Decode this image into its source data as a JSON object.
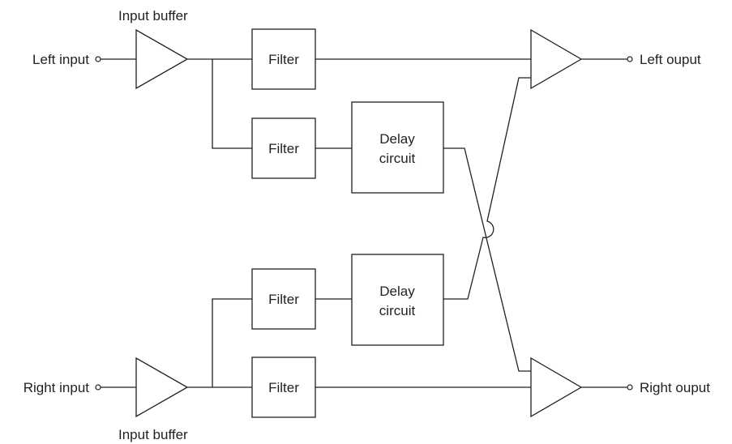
{
  "inputs": {
    "left": "Left input",
    "right": "Right input"
  },
  "outputs": {
    "left": "Left ouput",
    "right": "Right ouput"
  },
  "buffers": {
    "top_label": "Input buffer",
    "bottom_label": "Input buffer"
  },
  "blocks": {
    "filter_top": "Filter",
    "filter_upper_mid": "Filter",
    "filter_lower_mid": "Filter",
    "filter_bottom": "Filter",
    "delay_top": [
      "Delay",
      "circuit"
    ],
    "delay_bottom": [
      "Delay",
      "circuit"
    ]
  }
}
